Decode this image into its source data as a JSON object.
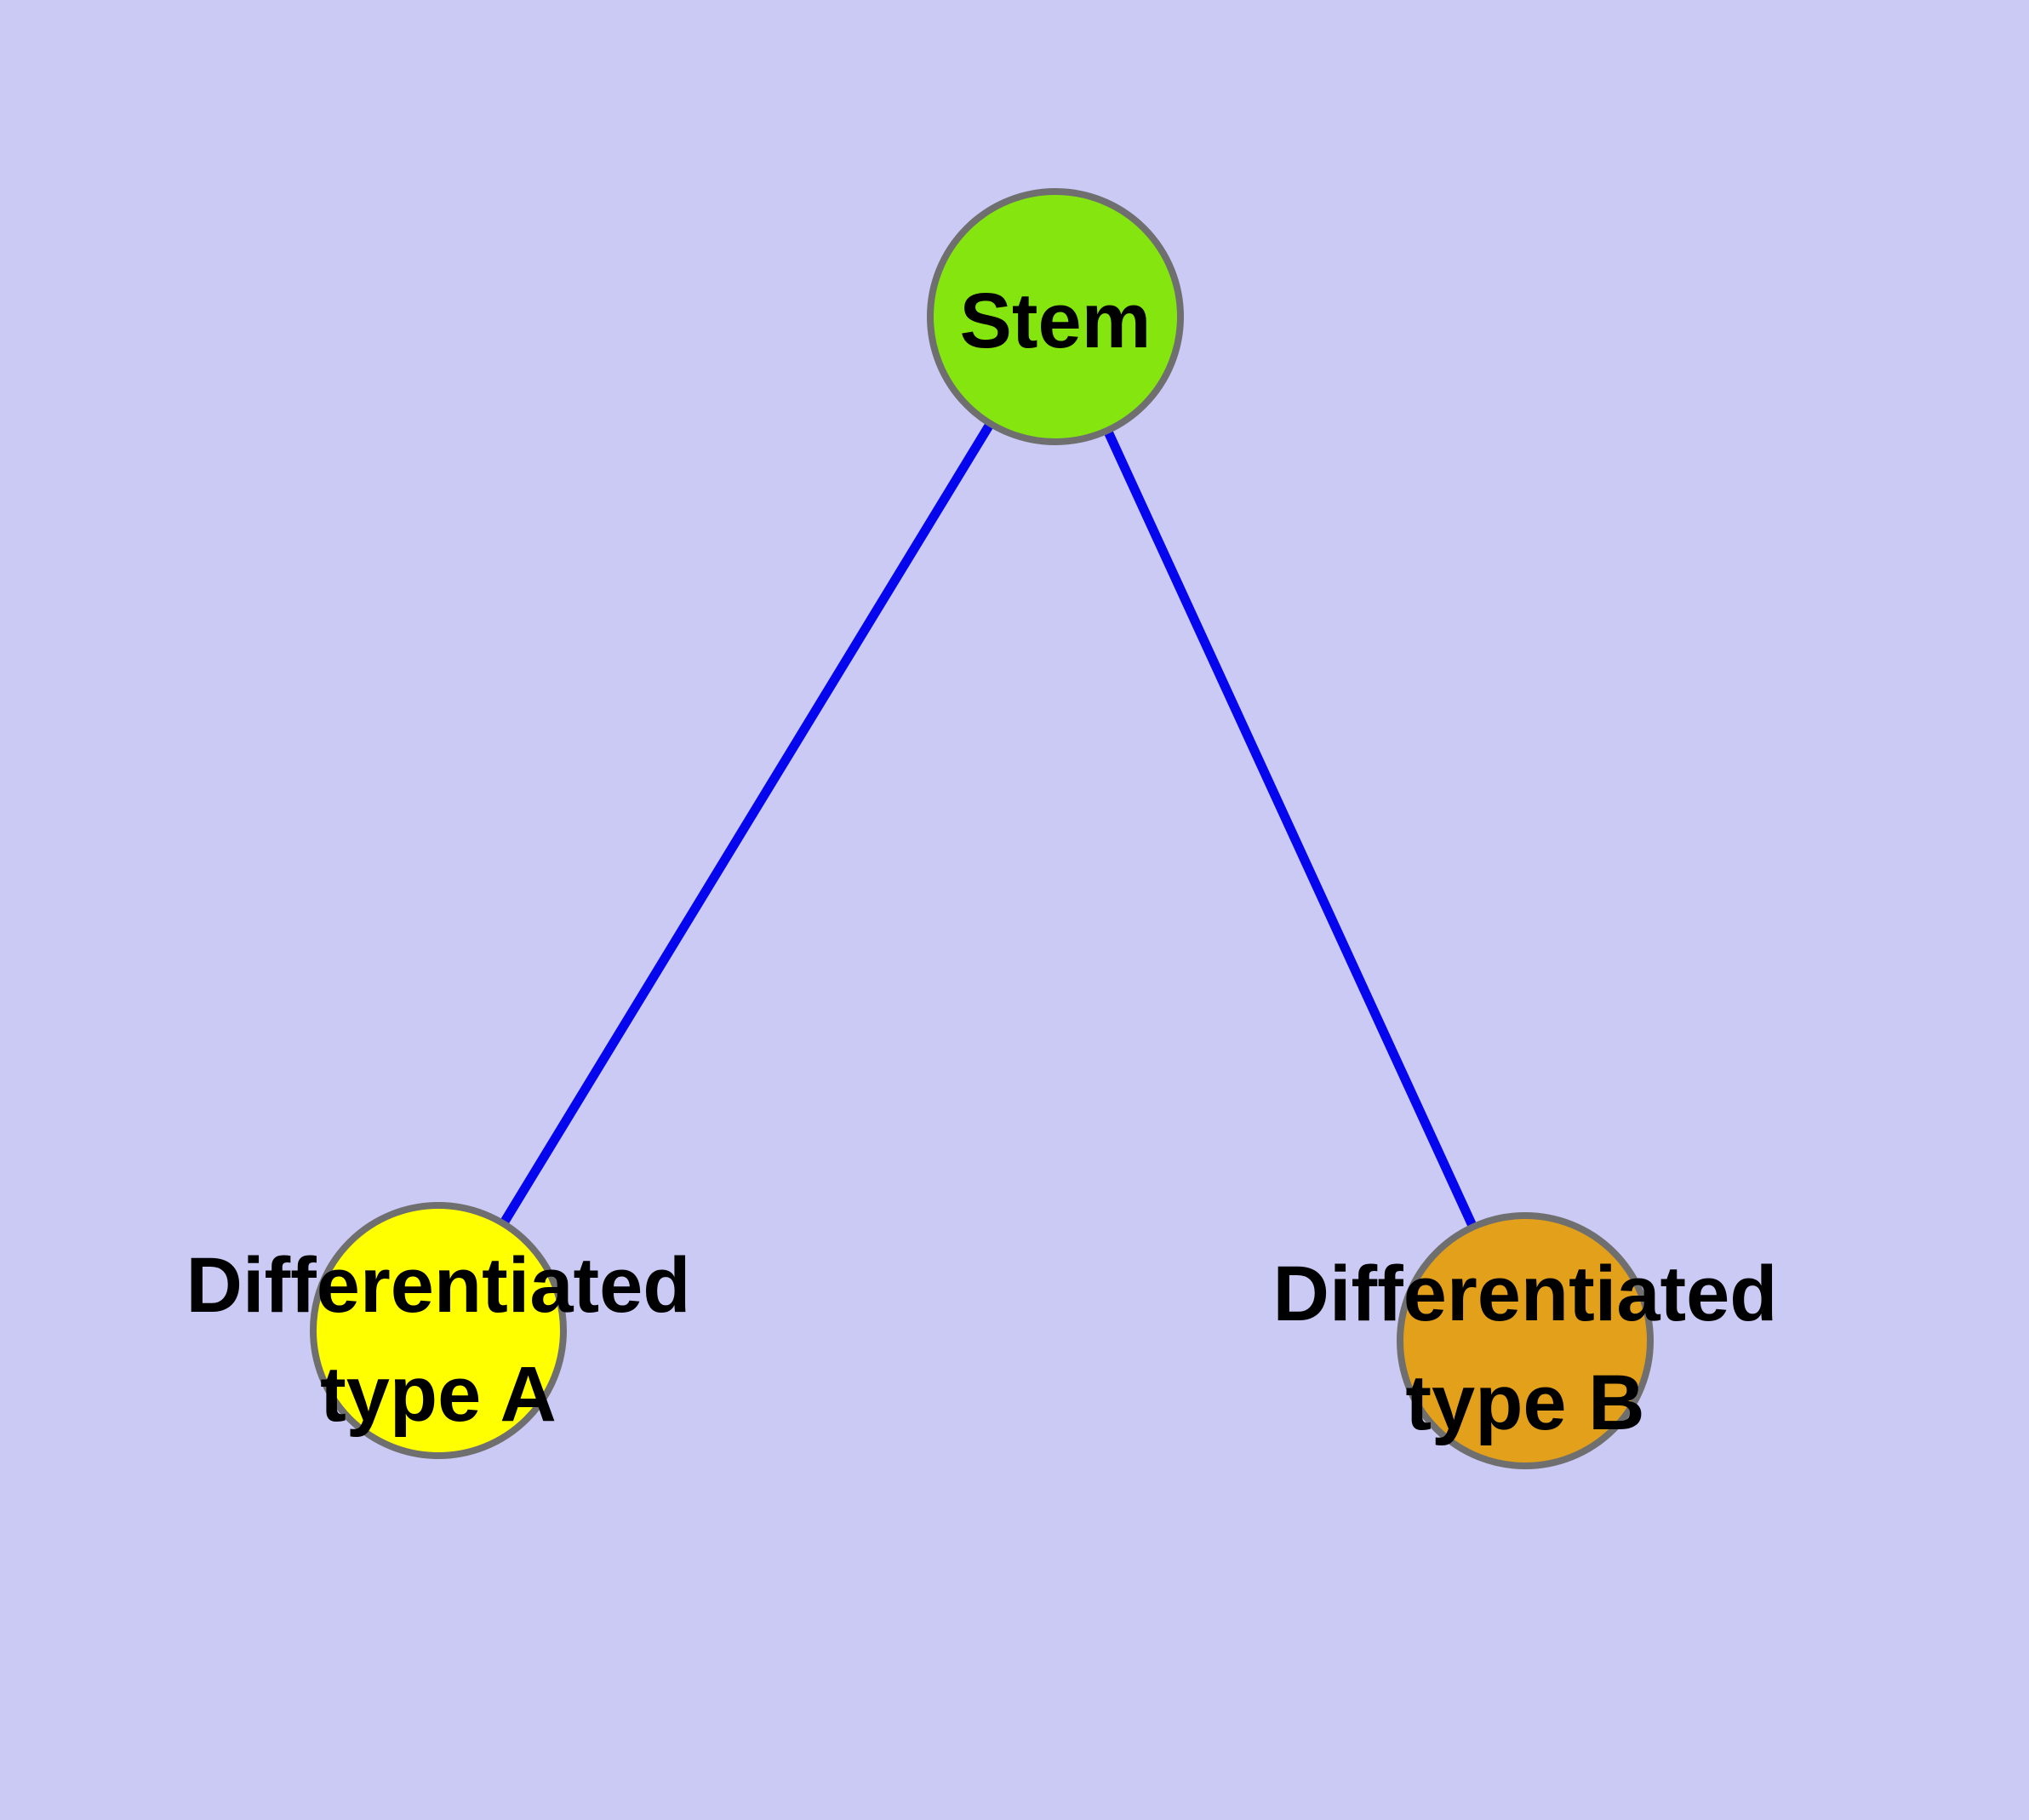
{
  "diagram": {
    "type": "graph",
    "background_color": "#CACAF5",
    "edge_color": "#0505EE",
    "node_border_color": "#6F6F6F",
    "label_color": "#000000",
    "nodes": {
      "stem": {
        "label": "Stem",
        "fill": "#85E60F"
      },
      "type_a": {
        "label": "Differentiated type A",
        "label_line1": "Differentiated",
        "label_line2": "type A",
        "fill": "#FFFF00"
      },
      "type_b": {
        "label": "Differentiated type B",
        "label_line1": "Differentiated",
        "label_line2": "type B",
        "fill": "#E3A01B"
      }
    },
    "edges": [
      {
        "from": "Stem",
        "to": "Differentiated type A"
      },
      {
        "from": "Stem",
        "to": "Differentiated type B"
      }
    ]
  }
}
